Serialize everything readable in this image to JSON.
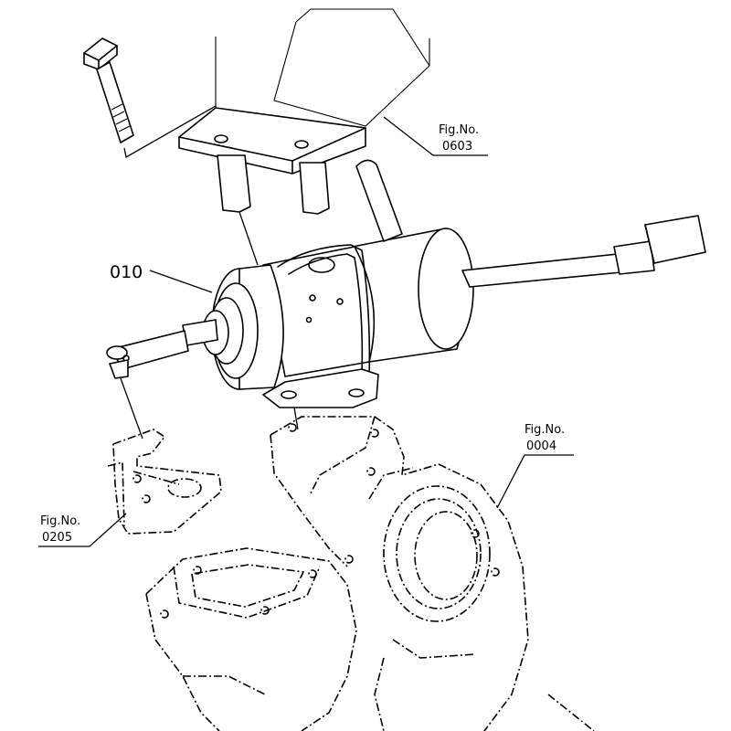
{
  "callouts": {
    "part_010": "010",
    "fig_0603": {
      "prefix": "Fig.No.",
      "number": "0603"
    },
    "fig_0004": {
      "prefix": "Fig.No.",
      "number": "0004"
    },
    "fig_0205": {
      "prefix": "Fig.No.",
      "number": "0205"
    }
  }
}
